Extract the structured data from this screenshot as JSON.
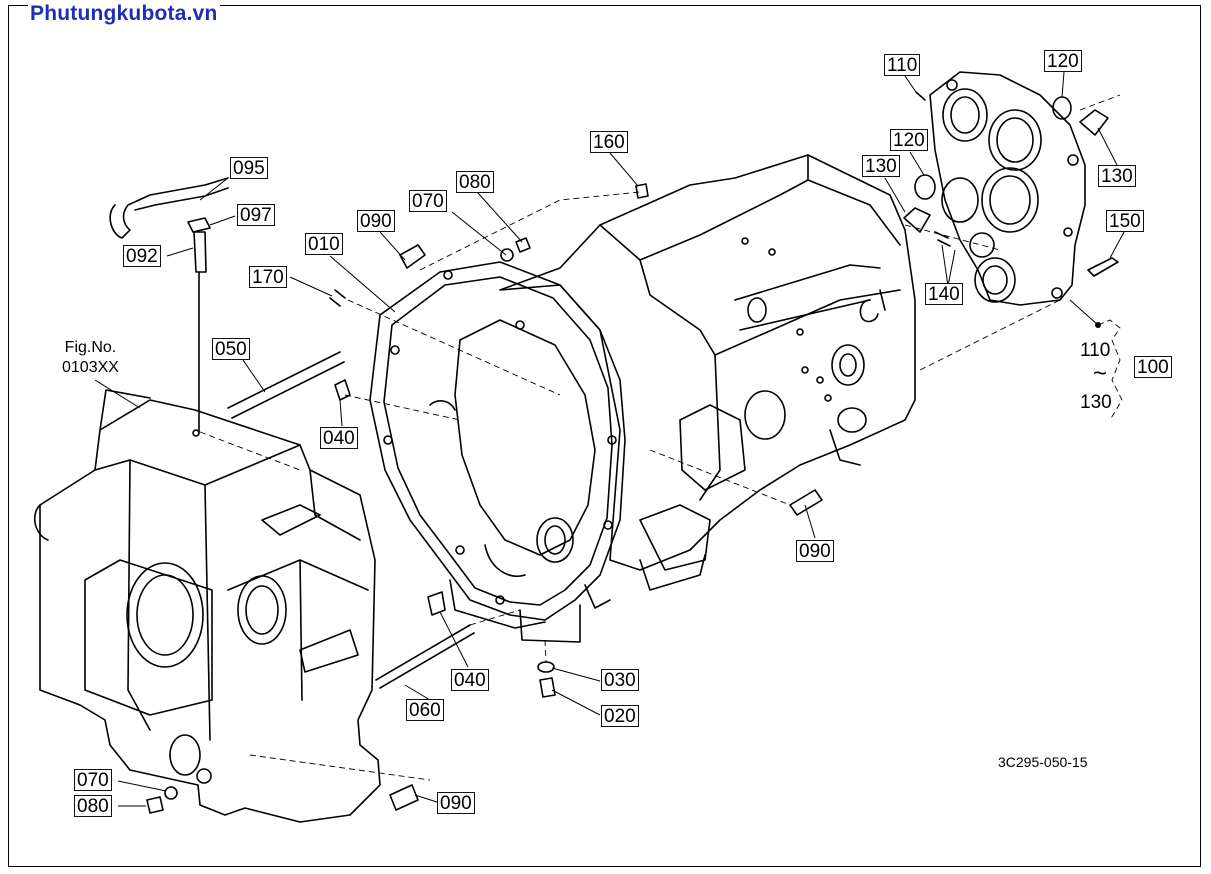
{
  "site_title": "Phutungkubota.vn",
  "figure_ref": {
    "line1": "Fig.No.",
    "line2": "0103XX"
  },
  "drawing_code": "3C295-050-15",
  "callouts": {
    "p110_top": "110",
    "p120_top": "120",
    "p120_mid": "120",
    "p130_mid": "130",
    "p130_right": "130",
    "p150": "150",
    "p140": "140",
    "p100": "100",
    "p160": "160",
    "p095": "095",
    "p097": "097",
    "p092": "092",
    "p080_top": "080",
    "p070_top": "070",
    "p090_top": "090",
    "p010": "010",
    "p170": "170",
    "p050": "050",
    "p040_top": "040",
    "p090_mid": "090",
    "p040_bottom": "040",
    "p030": "030",
    "p020": "020",
    "p060": "060",
    "p090_bottom": "090",
    "p070_bottom": "070",
    "p080_bottom": "080"
  },
  "range_label": {
    "from": "110",
    "tilde": "~",
    "to": "130"
  }
}
